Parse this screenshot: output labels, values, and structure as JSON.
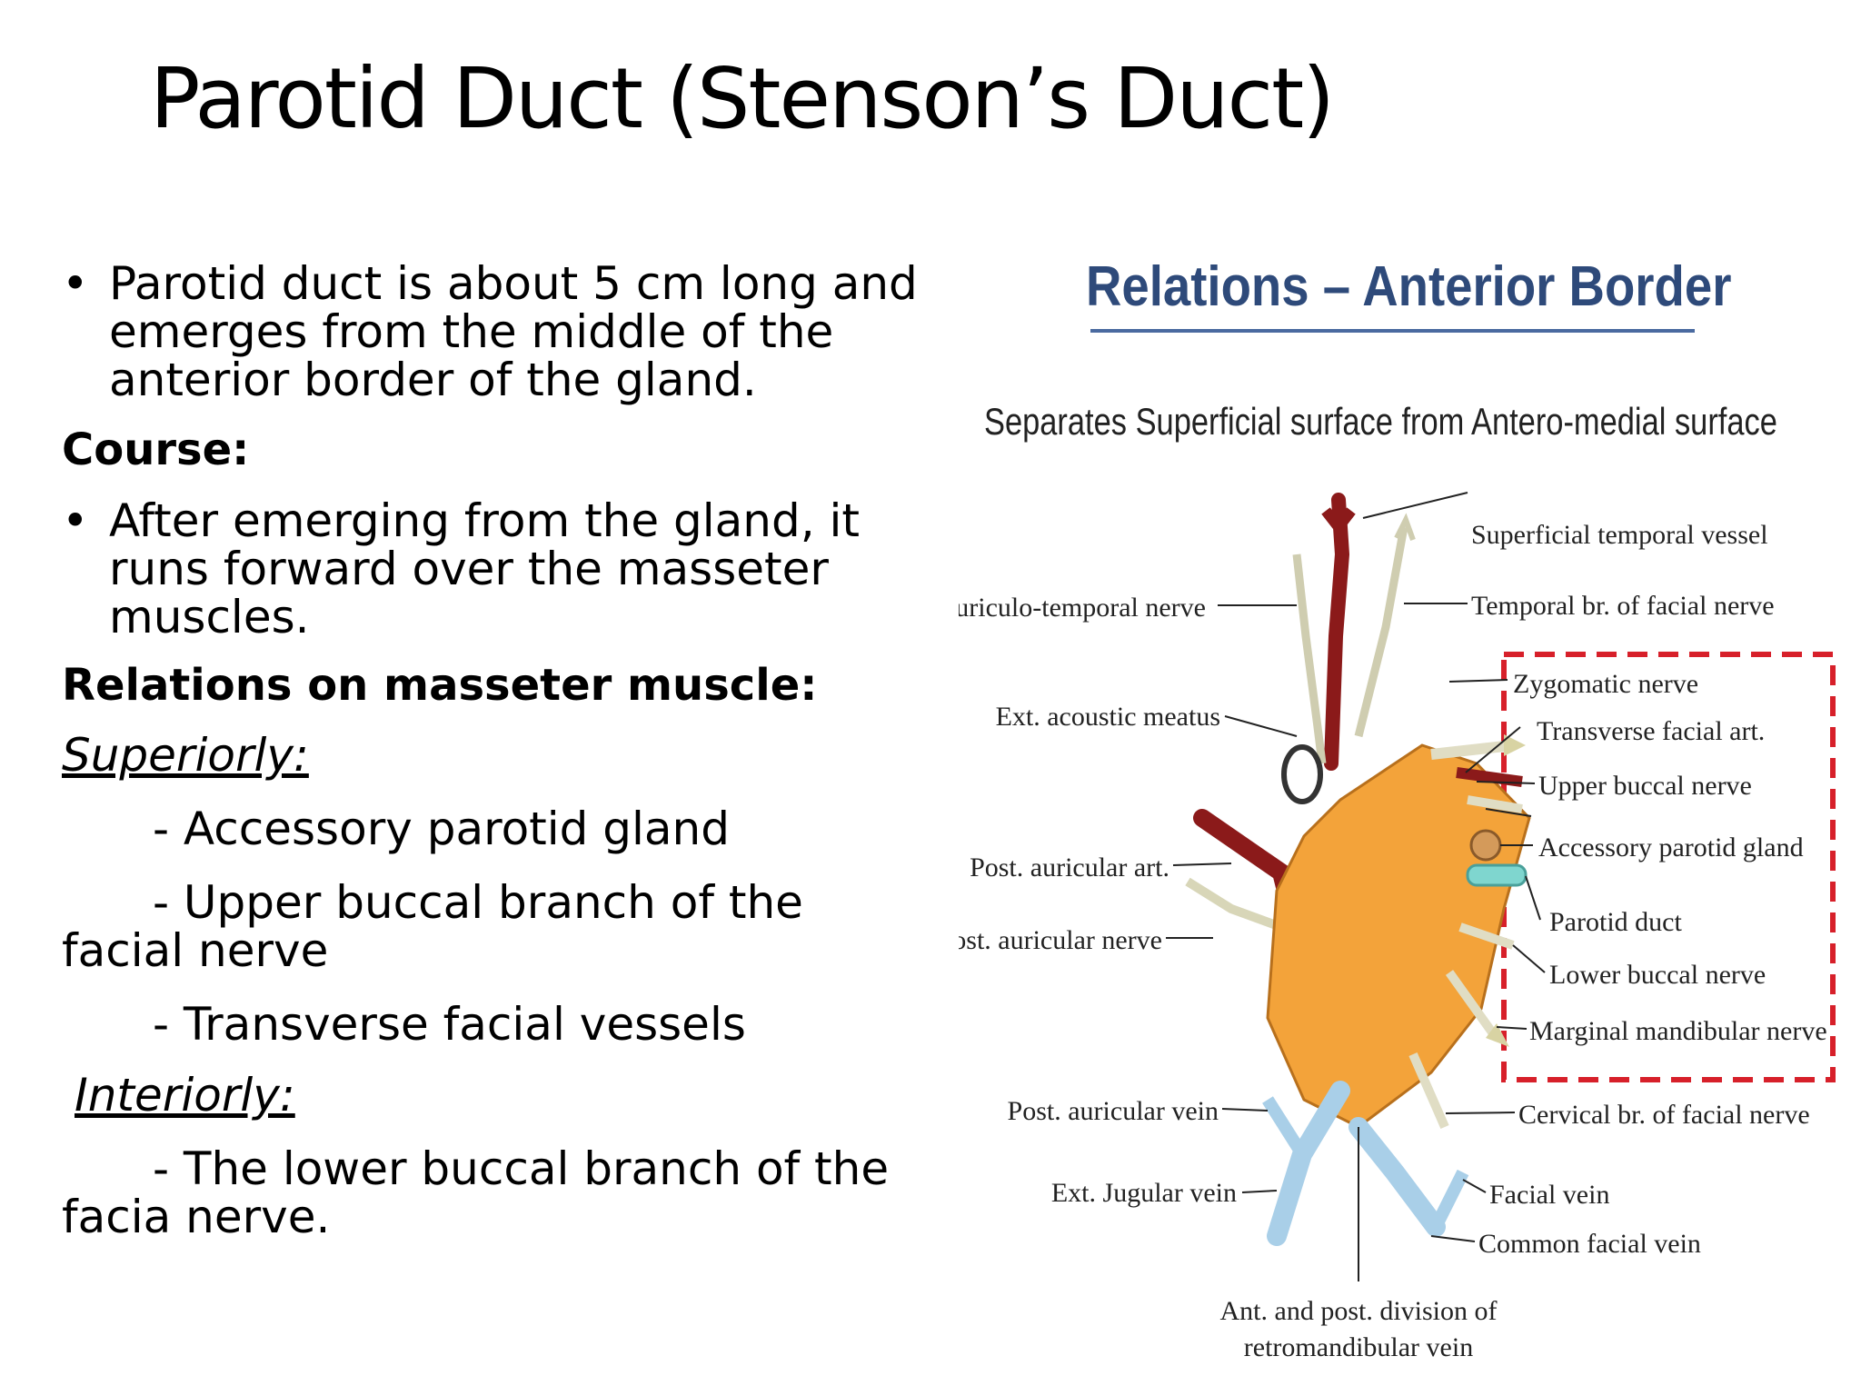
{
  "slide": {
    "title": "Parotid Duct (Stenson’s Duct)"
  },
  "left": {
    "bullet_symbol": "•",
    "intro": "Parotid duct is about 5 cm long and  emerges from the middle of the anterior border of the gland.",
    "course_heading": "Course:",
    "course_text": "After emerging from the gland, it runs forward over the masseter muscles.",
    "relations_heading": "Relations on masseter muscle:",
    "superiorly_label": "Superiorly:",
    "superior_items": [
      "- Accessory parotid gland",
      "- Upper buccal branch of the facial nerve",
      "-  Transverse facial vessels"
    ],
    "interiorly_label": "Interiorly:",
    "inferior_items": [
      "- The lower buccal branch of the facia nerve."
    ]
  },
  "diagram": {
    "title": "Relations – Anterior Border",
    "subtitle": "Separates Superficial surface from Antero-medial surface",
    "labels_left": [
      "Auriculo-temporal nerve",
      "Ext. acoustic meatus",
      "Post. auricular art.",
      "Post. auricular nerve",
      "Post. auricular vein",
      "Ext. Jugular vein"
    ],
    "labels_right": [
      "Superficial temporal vessel",
      "Temporal br. of facial nerve",
      "Zygomatic nerve",
      "Transverse facial art.",
      "Upper buccal nerve",
      "Accessory parotid gland",
      "Parotid duct",
      "Lower buccal nerve",
      "Marginal mandibular nerve",
      "Cervical br. of facial nerve",
      "Facial vein",
      "Common facial vein"
    ],
    "label_bottom": [
      "Ant. and  post. division of",
      "retromandibular vein"
    ],
    "colors": {
      "gland": "#f3a33a",
      "artery": "#8b1a1a",
      "vein": "#a9cfe8",
      "nerve": "#f2f0d8",
      "duct": "#7fd6cf",
      "highlight_box": "#d7202a",
      "title": "#2e4a7a"
    }
  }
}
